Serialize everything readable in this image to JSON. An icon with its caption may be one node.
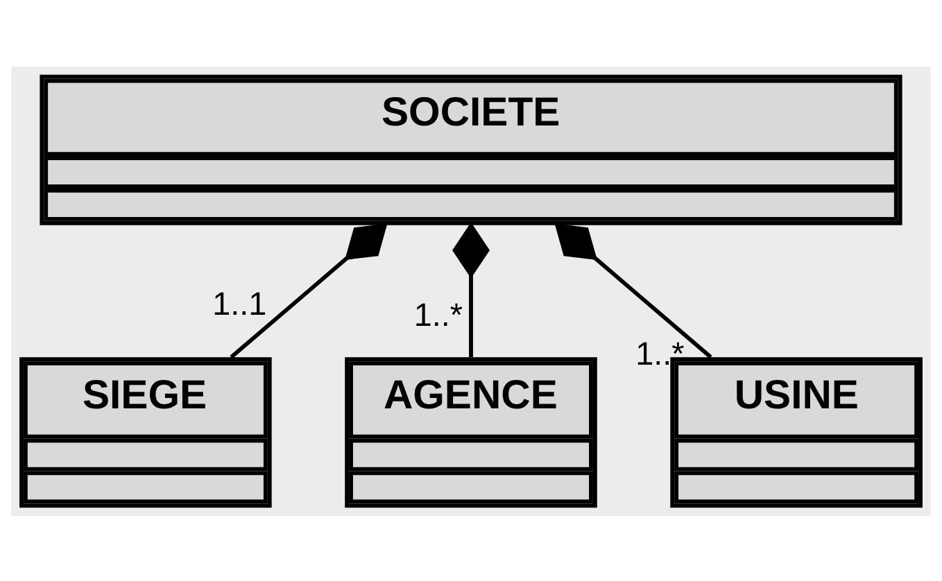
{
  "diagram": {
    "nodes": [
      {
        "text": [
          "SOCIETE"
        ]
      },
      {
        "text": [
          "SIEGE"
        ]
      },
      {
        "text": [
          "AGENCE"
        ]
      },
      {
        "text": [
          "USINE"
        ]
      }
    ],
    "edges": [
      {
        "from": 0,
        "to": 1,
        "arrow": "other",
        "label": "1..1"
      },
      {
        "from": 0,
        "to": 2,
        "arrow": "other",
        "label": "1..*"
      },
      {
        "from": 0,
        "to": 3,
        "arrow": "other",
        "label": "1..*"
      }
    ]
  }
}
